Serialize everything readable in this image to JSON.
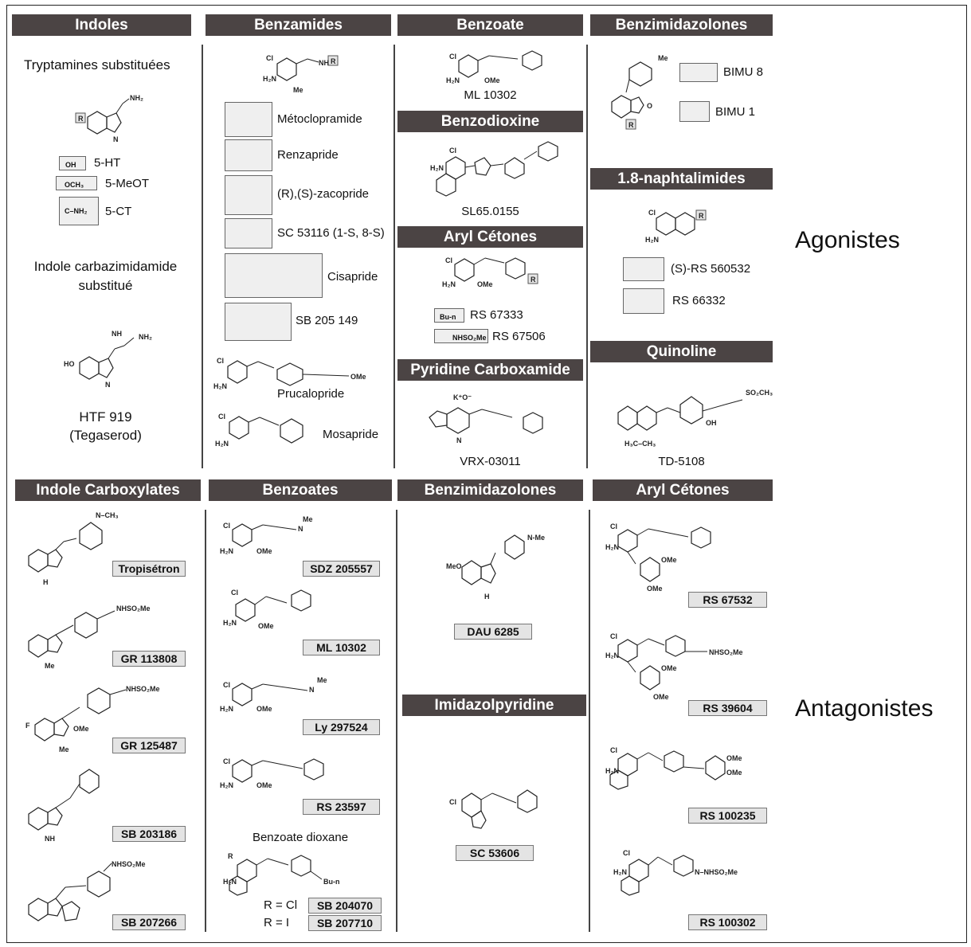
{
  "sections": {
    "indoles": "Indoles",
    "benzamides": "Benzamides",
    "benzoate": "Benzoate",
    "benzimidazolones_ag": "Benzimidazolones",
    "benzodioxine": "Benzodioxine",
    "aryl_cetones_ag": "Aryl Cétones",
    "pyridine_carboxamide": "Pyridine Carboxamide",
    "naphtalimides": "1.8-naphtalimides",
    "quinoline": "Quinoline",
    "indole_carboxylates": "Indole Carboxylates",
    "benzoates": "Benzoates",
    "benzimidazolones_ant": "Benzimidazolones",
    "imidazolpyridine": "Imidazolpyridine",
    "aryl_cetones_ant": "Aryl Cétones"
  },
  "side_labels": {
    "agonistes": "Agonistes",
    "antagonistes": "Antagonistes"
  },
  "indoles": {
    "tryptamines": "Tryptamines substituées",
    "r_oh": "OH",
    "r_och3": "OCH₃",
    "r_conh2": "C–NH₂",
    "ht": "5-HT",
    "meot": "5-MeOT",
    "ct": "5-CT",
    "carbazim": "Indole carbazimidamide",
    "substitue": "substitué",
    "htf": "HTF 919",
    "tegaserod": "(Tegaserod)"
  },
  "benzamides": {
    "metoclopramide": "Métoclopramide",
    "renzapride": "Renzapride",
    "zacopride": "(R),(S)-zacopride",
    "sc53116": "SC 53116 (1-S, 8-S)",
    "cisapride": "Cisapride",
    "sb205149": "SB 205 149",
    "prucalopride": "Prucalopride",
    "mosapride": "Mosapride"
  },
  "benzoate_col": {
    "ml10302": "ML 10302",
    "sl650155": "SL65.0155",
    "bu_n": "Bu-n",
    "nhso2me": "NHSO₂Me",
    "rs67333": "RS 67333",
    "rs67506": "RS 67506",
    "vrx": "VRX-03011"
  },
  "benzimid_col": {
    "bimu8": "BIMU 8",
    "bimu1": "BIMU 1",
    "rs560532": "(S)-RS 560532",
    "rs66332": "RS 66332",
    "td5108": "TD-5108"
  },
  "antagonists": {
    "tropisetron": "Tropisétron",
    "gr113808": "GR 113808",
    "gr125487": "GR 125487",
    "sb203186": "SB 203186",
    "sb207266": "SB 207266",
    "sdz205557": "SDZ 205557",
    "ml10302": "ML 10302",
    "ly297524": "Ly 297524",
    "rs23597": "RS 23597",
    "benzoate_dioxane": "Benzoate dioxane",
    "r_cl": "R = Cl",
    "r_i": "R = I",
    "sb204070": "SB 204070",
    "sb207710": "SB 207710",
    "dau6285": "DAU 6285",
    "sc53606": "SC 53606",
    "rs67532": "RS 67532",
    "rs39604": "RS 39604",
    "rs100235": "RS 100235",
    "rs100302": "RS 100302"
  },
  "atoms": {
    "R": "R",
    "Cl": "Cl",
    "H2N": "H₂N",
    "OMe": "OMe",
    "Me": "Me",
    "NH": "NH",
    "N": "N",
    "O": "O",
    "H": "H",
    "HO": "HO",
    "F": "F",
    "MeO": "MeO",
    "NHSO2Me": "NHSO₂Me",
    "nBu": "nBu",
    "NMe": "N-Me"
  },
  "colors": {
    "header_bg": "#4b4444",
    "tag_bg": "#e4e4e4"
  }
}
